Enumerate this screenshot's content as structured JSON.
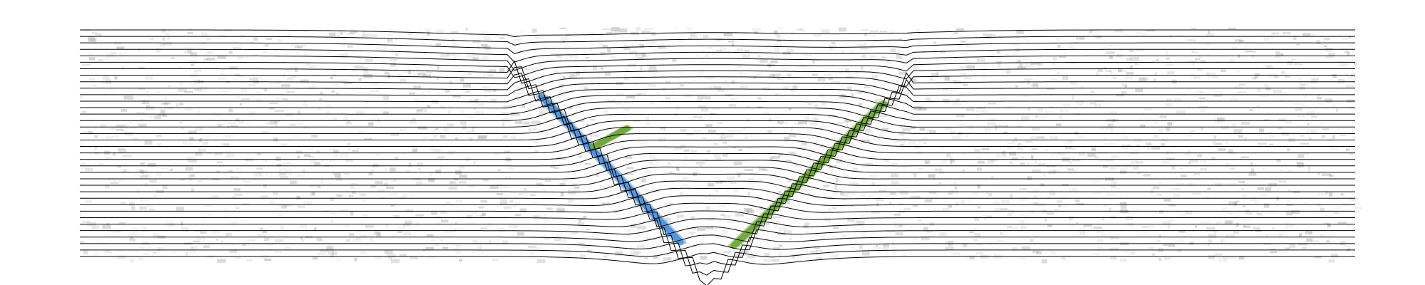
{
  "figure": {
    "title": "",
    "description_text": ""
  },
  "colors": {
    "background": "#ffffff",
    "texture_light": "#e4e4e4",
    "texture_dark": "#b8b8b8",
    "stroke": "#000000",
    "blue_feature": "#4a90d9",
    "green_feature": "#6aa632"
  },
  "elements": {
    "horizontal_line_count": 36,
    "features": [
      "blue-diagonal-stroke",
      "green-diagonal-stroke"
    ]
  }
}
